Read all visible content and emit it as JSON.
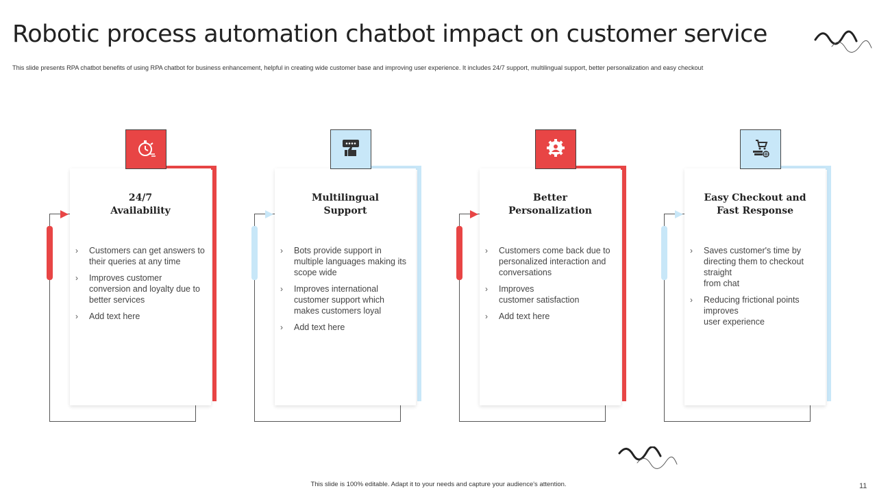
{
  "title": "Robotic process automation  chatbot impact on customer service",
  "subtitle": "This slide presents RPA chatbot benefits of using RPA  chatbot for business enhancement, helpful in creating wide customer base and improving user experience. It includes 24/7 support, multilingual  support, better personalization and easy checkout",
  "footer": "This slide is 100% editable.  Adapt it to your needs and capture your audience's attention.",
  "page_number": "11",
  "colors": {
    "red": "#e84545",
    "blue": "#c8e7f8",
    "border": "#444444"
  },
  "cards": [
    {
      "title": "24/7\nAvailability",
      "icon": "stopwatch-icon",
      "accent": "red",
      "bullets": [
        "Customers can get answers to their queries at any time",
        "Improves customer conversion  and loyalty due to\nbetter services",
        "Add text here"
      ]
    },
    {
      "title": "Multilingual\nSupport",
      "icon": "chat-thumbs-up-icon",
      "accent": "blue",
      "bullets": [
        "Bots provide  support in multiple languages  making its\nscope wide",
        "Improves  international customer support which makes customers loyal",
        "Add text here"
      ]
    },
    {
      "title": "Better\nPersonalization",
      "icon": "user-gear-icon",
      "accent": "red",
      "bullets": [
        "Customers come back due to personalized interaction and conversations",
        "Improves\ncustomer satisfaction",
        "Add text here"
      ]
    },
    {
      "title": "Easy Checkout and Fast Response",
      "icon": "cart-globe-icon",
      "accent": "blue",
      "bullets": [
        "Saves customer's time by directing them to checkout straight\nfrom chat",
        "Reducing frictional points improves\nuser experience"
      ]
    }
  ]
}
